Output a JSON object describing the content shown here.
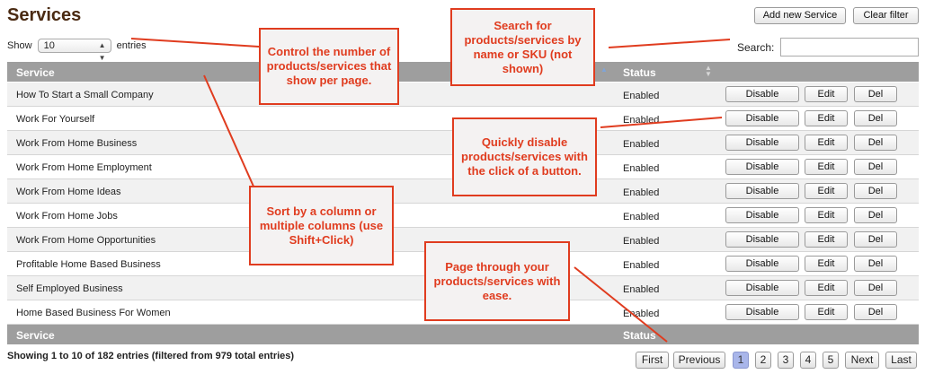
{
  "page_title": "Services",
  "buttons": {
    "add_new": "Add new Service",
    "clear_filter": "Clear filter"
  },
  "length": {
    "show_label": "Show",
    "selected": "10",
    "entries_label": "entries"
  },
  "search": {
    "label": "Search:",
    "value": ""
  },
  "table": {
    "columns": [
      "Service",
      "Status"
    ],
    "action_labels": {
      "disable": "Disable",
      "edit": "Edit",
      "del": "Del"
    },
    "rows": [
      {
        "name": "How To Start a Small Company",
        "status": "Enabled"
      },
      {
        "name": "Work For Yourself",
        "status": "Enabled"
      },
      {
        "name": "Work From Home Business",
        "status": "Enabled"
      },
      {
        "name": "Work From Home Employment",
        "status": "Enabled"
      },
      {
        "name": "Work From Home Ideas",
        "status": "Enabled"
      },
      {
        "name": "Work From Home Jobs",
        "status": "Enabled"
      },
      {
        "name": "Work From Home Opportunities",
        "status": "Enabled"
      },
      {
        "name": "Profitable Home Based Business",
        "status": "Enabled"
      },
      {
        "name": "Self Employed Business",
        "status": "Enabled"
      },
      {
        "name": "Home Based Business For Women",
        "status": "Enabled"
      }
    ]
  },
  "info": "Showing 1 to 10 of 182 entries (filtered from 979 total entries)",
  "pagination": {
    "first": "First",
    "previous": "Previous",
    "pages": [
      "1",
      "2",
      "3",
      "4",
      "5"
    ],
    "active": "1",
    "next": "Next",
    "last": "Last"
  },
  "callouts": {
    "search": "Search for products/services by name or SKU (not shown)",
    "entries": "Control the number of products/services that show per page.",
    "disable": "Quickly disable products/services with the click of a button.",
    "sort": "Sort by a column or multiple columns (use Shift+Click)",
    "paging": "Page through your products/services with ease."
  },
  "colors": {
    "callout": "#e03c1f",
    "header": "#9e9e9e",
    "title": "#4a2a12",
    "active_page": "#a9b6ea"
  }
}
